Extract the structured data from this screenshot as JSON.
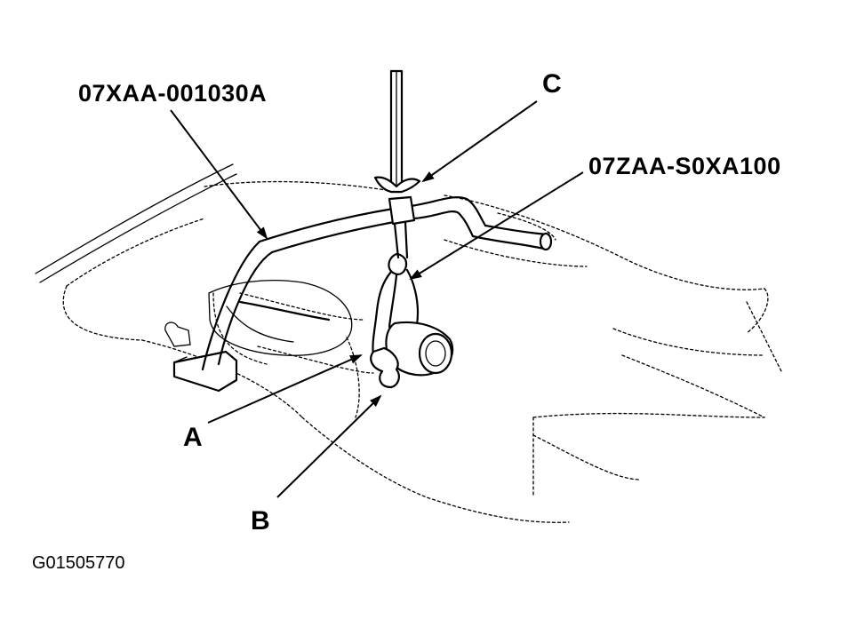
{
  "labels": {
    "tool_left": "07XAA-001030A",
    "tool_right": "07ZAA-S0XA100",
    "callout_a": "A",
    "callout_b": "B",
    "callout_c": "C",
    "figure_id": "G01505770"
  },
  "colors": {
    "ink": "#000000",
    "paper": "#ffffff"
  }
}
